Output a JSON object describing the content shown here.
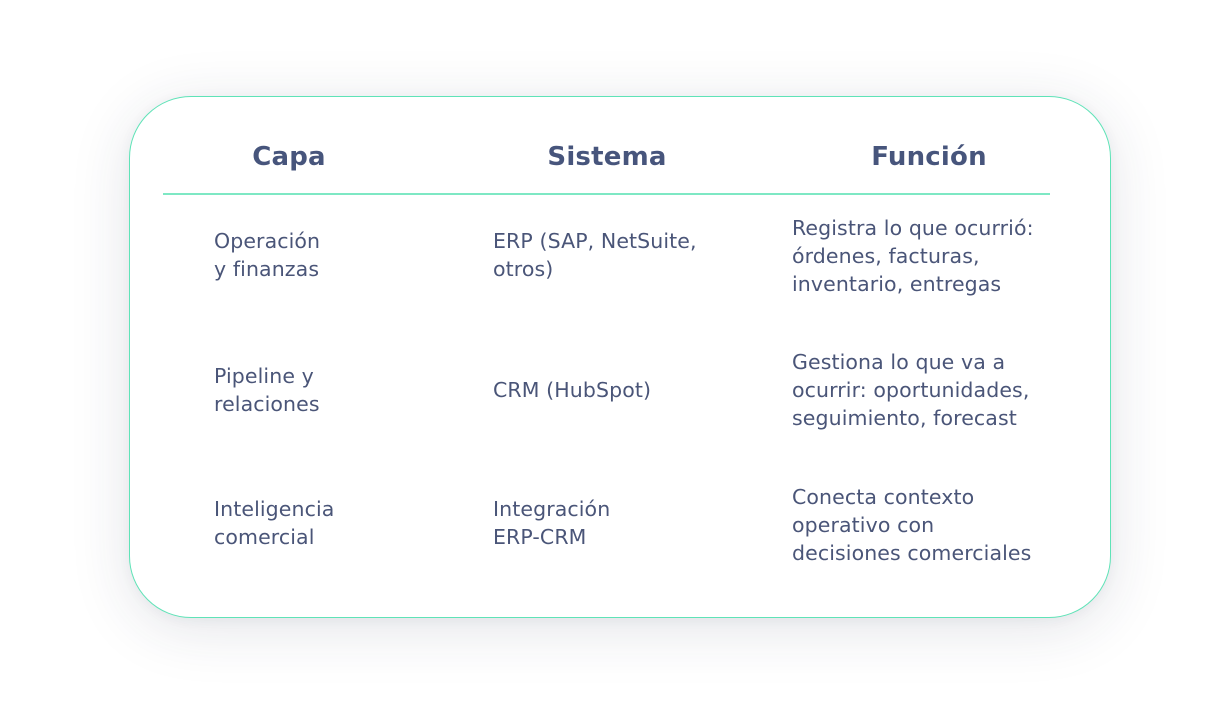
{
  "table": {
    "headers": [
      "Capa",
      "Sistema",
      "Función"
    ],
    "rows": [
      {
        "capa": [
          "Operación",
          "y finanzas"
        ],
        "sistema": [
          "ERP (SAP, NetSuite,",
          "otros)"
        ],
        "funcion": [
          "Registra lo que ocurrió:",
          "órdenes, facturas,",
          "inventario, entregas"
        ]
      },
      {
        "capa": [
          "Pipeline y",
          "relaciones"
        ],
        "sistema": [
          "CRM (HubSpot)"
        ],
        "funcion": [
          "Gestiona lo que va a",
          "ocurrir: oportunidades,",
          "seguimiento, forecast"
        ]
      },
      {
        "capa": [
          "Inteligencia",
          "comercial"
        ],
        "sistema": [
          "Integración",
          "ERP-CRM"
        ],
        "funcion": [
          "Conecta contexto",
          "operativo con",
          "decisiones comerciales"
        ]
      }
    ]
  },
  "colors": {
    "border": "#5fe3b7",
    "text": "#4a5578",
    "heading": "#47557c"
  }
}
